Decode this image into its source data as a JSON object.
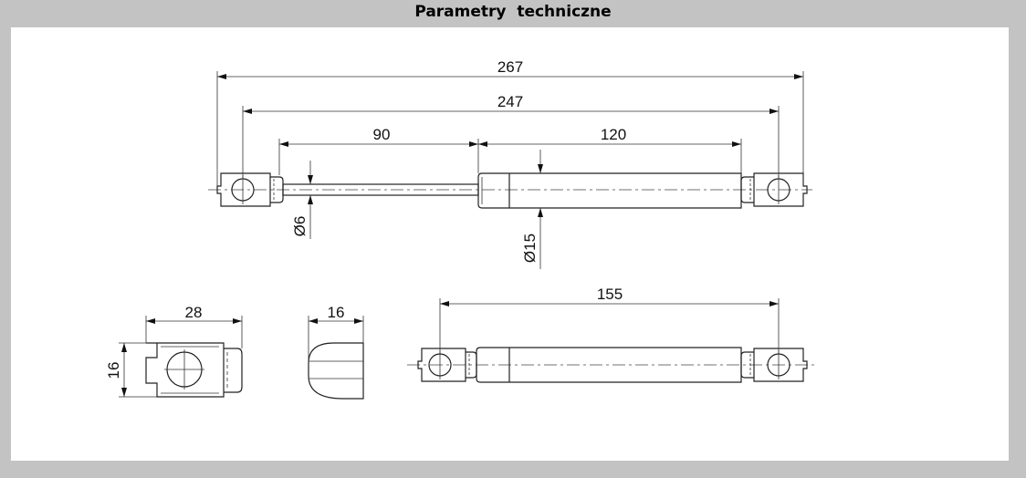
{
  "title": "Parametry  techniczne",
  "dimensions": {
    "total_length": "267",
    "eye_center_length": "247",
    "rod_length": "90",
    "cylinder_length": "120",
    "rod_diameter": "Ø6",
    "cylinder_diameter": "Ø15",
    "compressed_length": "155",
    "end_fitting_length": "28",
    "end_fitting_height": "16",
    "end_fitting_width": "16"
  }
}
